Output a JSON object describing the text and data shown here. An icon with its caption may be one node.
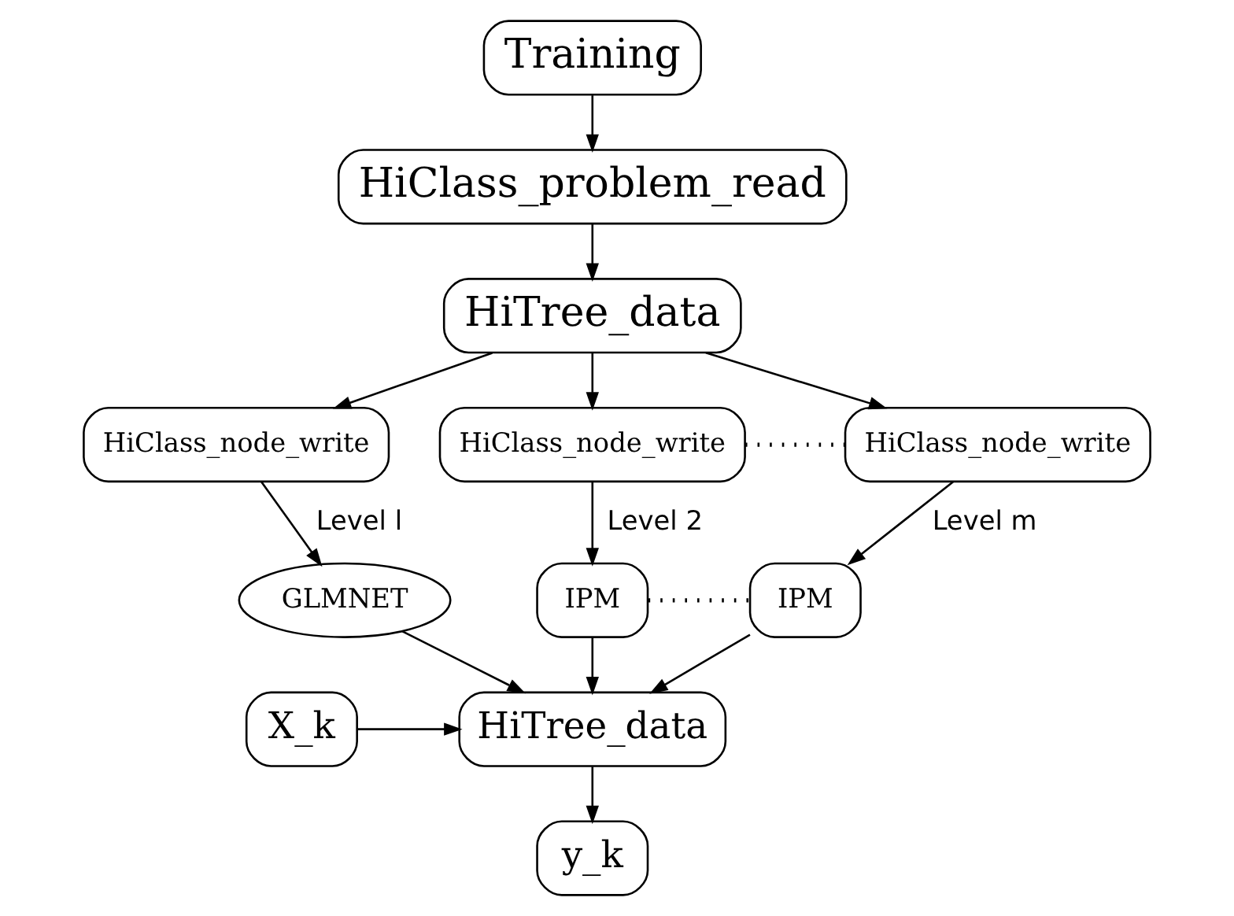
{
  "diagram": {
    "nodes": [
      {
        "text": [
          "Training"
        ]
      },
      {
        "text": [
          "HiClass_problem_read"
        ]
      },
      {
        "text": [
          "HiTree_data"
        ]
      },
      {
        "text": [
          "HiClass_node_write"
        ]
      },
      {
        "text": [
          "HiClass_node_write"
        ]
      },
      {
        "text": [
          "HiClass_node_write"
        ]
      },
      {
        "text": [
          "GLMNET"
        ]
      },
      {
        "text": [
          "IPM"
        ]
      },
      {
        "text": [
          "IPM"
        ]
      },
      {
        "text": [
          "X_k"
        ]
      },
      {
        "text": [
          "HiTree_data"
        ]
      },
      {
        "text": [
          "y_k"
        ]
      }
    ],
    "edges": [
      {
        "from": 0,
        "to": 1,
        "arrow": "to"
      },
      {
        "from": 1,
        "to": 2,
        "arrow": "to"
      },
      {
        "from": 2,
        "to": 3,
        "arrow": "to"
      },
      {
        "from": 2,
        "to": 4,
        "arrow": "to"
      },
      {
        "from": 2,
        "to": 5,
        "arrow": "to"
      },
      {
        "from": 4,
        "to": 5,
        "arrow": "none",
        "style": "dashed"
      },
      {
        "from": 3,
        "to": 6,
        "arrow": "to",
        "label": "Level l"
      },
      {
        "from": 4,
        "to": 7,
        "arrow": "to",
        "label": "Level 2"
      },
      {
        "from": 5,
        "to": 8,
        "arrow": "to",
        "label": "Level m"
      },
      {
        "from": 7,
        "to": 8,
        "arrow": "none",
        "style": "dashed"
      },
      {
        "from": 6,
        "to": 10,
        "arrow": "to"
      },
      {
        "from": 7,
        "to": 10,
        "arrow": "to"
      },
      {
        "from": 8,
        "to": 10,
        "arrow": "to"
      },
      {
        "from": 9,
        "to": 10,
        "arrow": "to"
      },
      {
        "from": 10,
        "to": 11,
        "arrow": "to"
      }
    ]
  }
}
